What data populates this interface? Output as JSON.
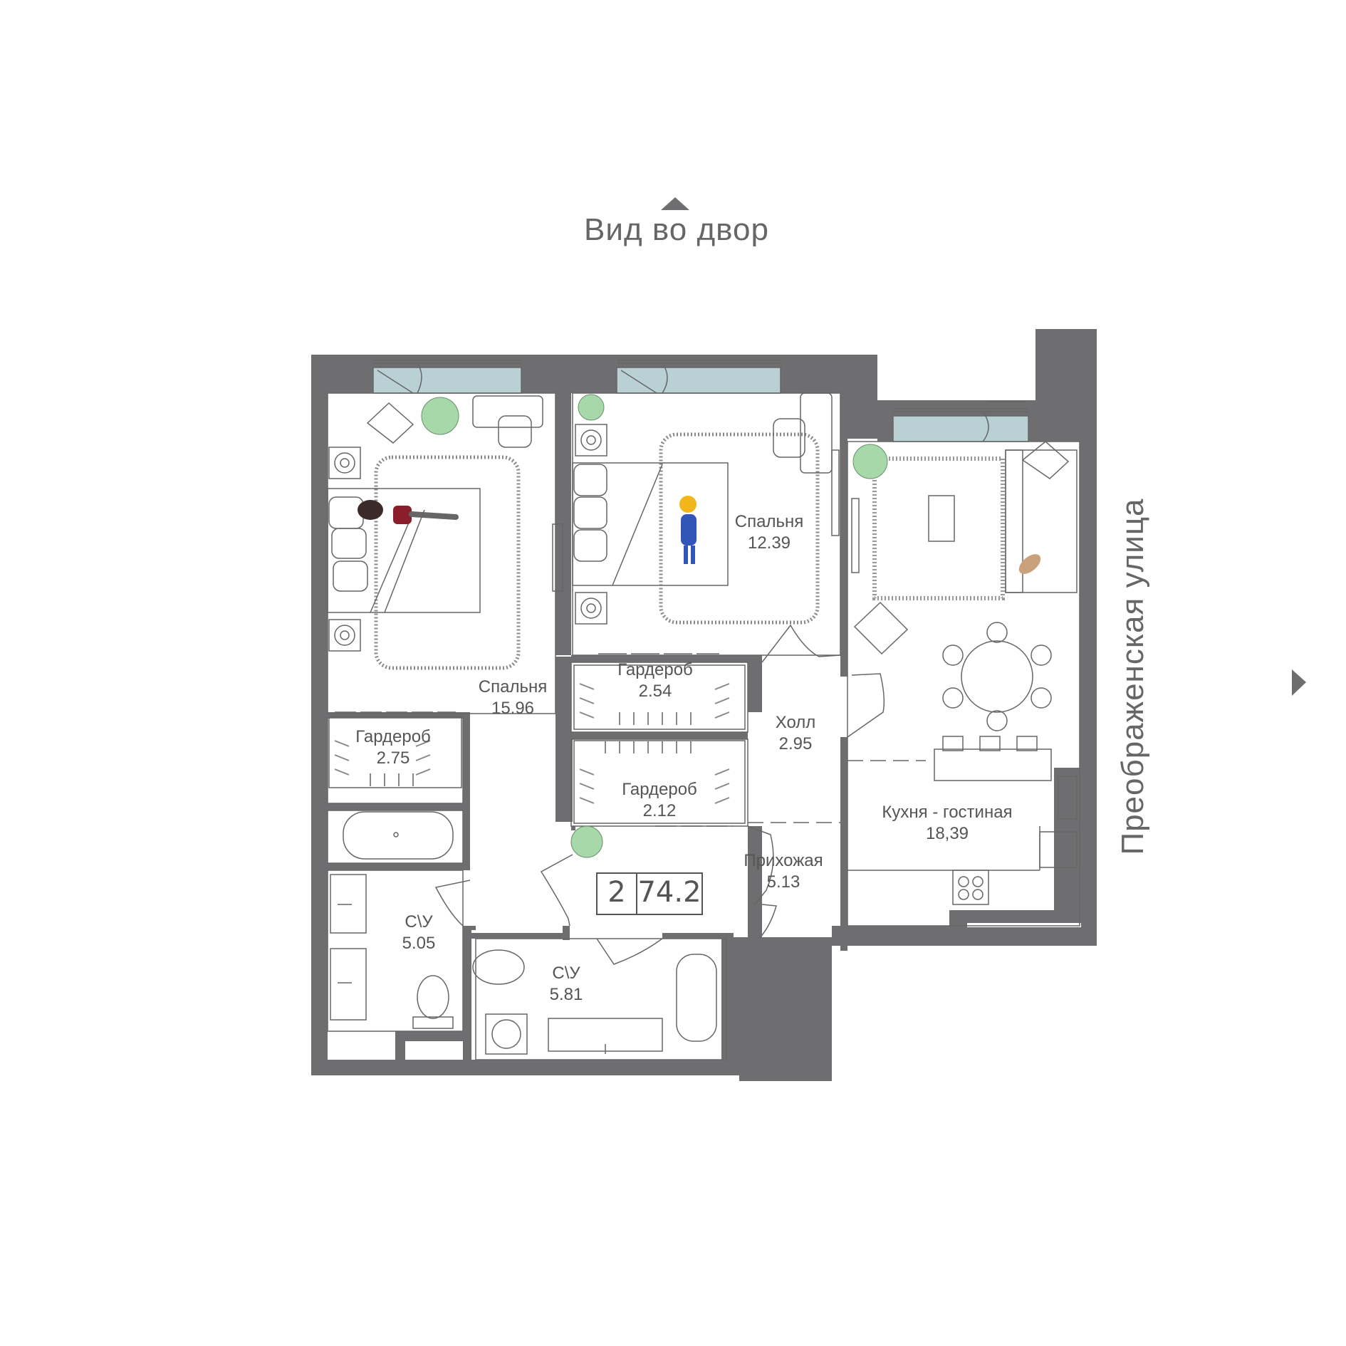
{
  "orientation": {
    "top_view": "Вид во двор",
    "street": "Преображенская улица",
    "icons": [
      "arrow-up-icon",
      "arrow-right-icon"
    ]
  },
  "apartment": {
    "rooms": "2",
    "area": "74.2"
  },
  "rooms": [
    {
      "id": "bedroom-1",
      "name": "Спальня",
      "area": "15.96"
    },
    {
      "id": "bedroom-2",
      "name": "Спальня",
      "area": "12.39"
    },
    {
      "id": "wardrobe-1",
      "name": "Гардероб",
      "area": "2.75"
    },
    {
      "id": "wardrobe-2",
      "name": "Гардероб",
      "area": "2.54"
    },
    {
      "id": "wardrobe-3",
      "name": "Гардероб",
      "area": "2.12"
    },
    {
      "id": "hall",
      "name": "Холл",
      "area": "2.95"
    },
    {
      "id": "entrance",
      "name": "Прихожая",
      "area": "5.13"
    },
    {
      "id": "bathroom-1",
      "name": "С\\У",
      "area": "5.05"
    },
    {
      "id": "bathroom-2",
      "name": "С\\У",
      "area": "5.81"
    },
    {
      "id": "kitchen-living",
      "name": "Кухня - гостиная",
      "area": "18,39"
    }
  ],
  "colors": {
    "wall": "#6e6d6f",
    "window": "#b9d1d4",
    "line": "#666666",
    "plant": "#a6d8a9",
    "accent_red": "#8a1f2b",
    "accent_blue": "#3155b8",
    "accent_yellow": "#f2b51a"
  }
}
